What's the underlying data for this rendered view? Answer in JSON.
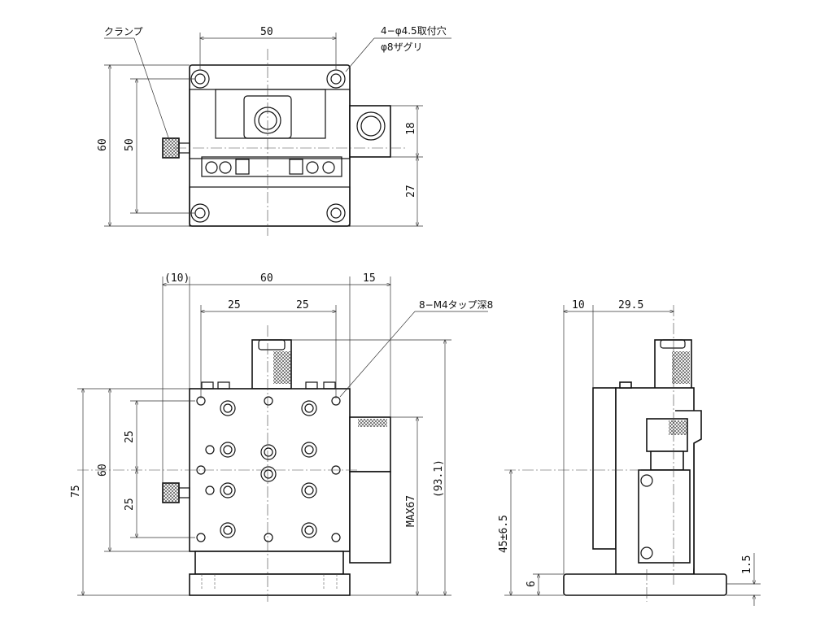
{
  "top_view": {
    "clamp_label": "クランプ",
    "width_dim": "50",
    "mount_hole_label": "4−φ4.5取付穴",
    "counterbore_label": "φ8ザグリ",
    "outer_height_dim": "60",
    "hole_pitch_dim": "50",
    "micrometer_offset_dim": "18",
    "lower_dim": "27"
  },
  "front_view": {
    "clamp_offset_dim": "(10)",
    "width_dim": "60",
    "micrometer_protrusion_dim": "15",
    "pitch_left_dim": "25",
    "pitch_right_dim": "25",
    "tap_label": "8−M4タップ深8",
    "total_height_dim": "75",
    "stage_height_dim": "60",
    "pitch_upper_dim": "25",
    "pitch_lower_dim": "25",
    "max_dim": "MAX67",
    "overall_dim": "(93.1)"
  },
  "side_view": {
    "offset_dim": "10",
    "micrometer_dim": "29.5",
    "height_dim": "45±6.5",
    "base_dim": "6",
    "gap_dim": "1.5"
  }
}
